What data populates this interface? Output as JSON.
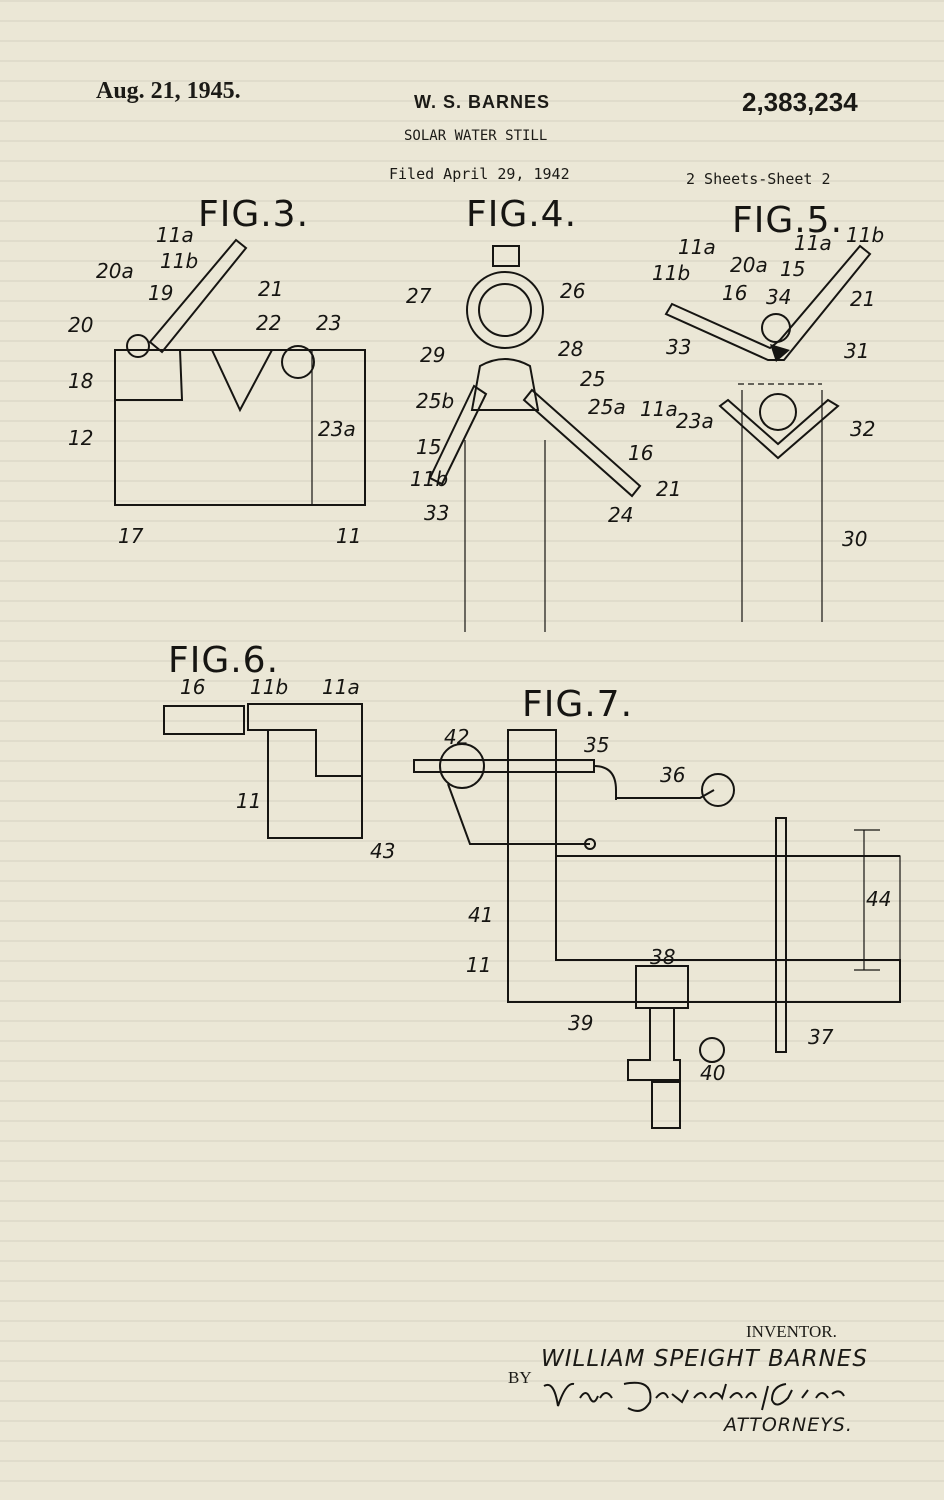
{
  "header": {
    "date": "Aug. 21, 1945.",
    "inventor": "W. S. BARNES",
    "patent_number": "2,383,234",
    "title": "SOLAR WATER STILL",
    "filed": "Filed April 29, 1942",
    "sheets": "2 Sheets-Sheet 2"
  },
  "figures": {
    "fig3": {
      "label": "FIG.3.",
      "refs": [
        "11a",
        "20a",
        "11b",
        "19",
        "21",
        "20",
        "22",
        "23",
        "18",
        "23a",
        "12",
        "17",
        "11"
      ]
    },
    "fig4": {
      "label": "FIG.4.",
      "refs": [
        "27",
        "26",
        "28",
        "29",
        "25",
        "25b",
        "25a",
        "11a",
        "15",
        "16",
        "11b",
        "21",
        "33",
        "24"
      ]
    },
    "fig5": {
      "label": "FIG.5.",
      "refs": [
        "11a",
        "11a",
        "11b",
        "20a",
        "15",
        "11b",
        "16",
        "34",
        "21",
        "33",
        "31",
        "23a",
        "32",
        "30"
      ]
    },
    "fig6": {
      "label": "FIG.6.",
      "refs": [
        "16",
        "11b",
        "11a",
        "11"
      ]
    },
    "fig7": {
      "label": "FIG.7.",
      "refs": [
        "42",
        "35",
        "36",
        "43",
        "44",
        "41",
        "11",
        "38",
        "39",
        "37",
        "40"
      ]
    }
  },
  "signature": {
    "inventor_label": "INVENTOR.",
    "inventor_name": "WILLIAM SPEIGHT BARNES",
    "by": "BY",
    "attorney_signature": "Van Deventer & Grier",
    "attorneys_label": "ATTORNEYS."
  }
}
